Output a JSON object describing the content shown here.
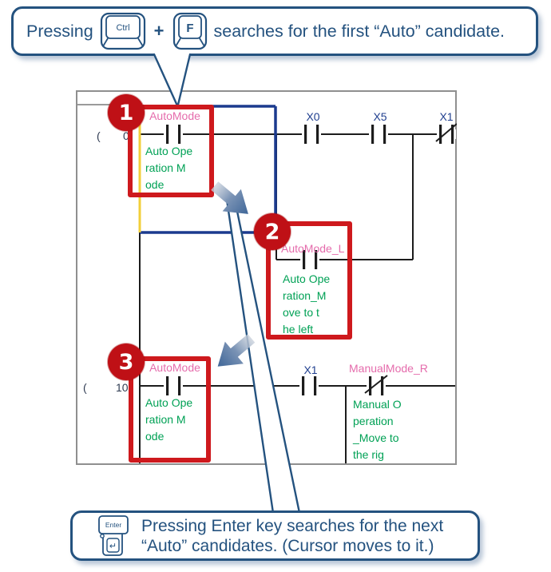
{
  "callout_top": {
    "before": "Pressing",
    "key_ctrl": "Ctrl",
    "plus": "+",
    "key_f": "F",
    "after": "searches for the first “Auto” candidate."
  },
  "callout_bottom": {
    "key_enter": "Enter",
    "enter_symbol": "↵",
    "line1": "Pressing Enter key searches for the next",
    "line2": "“Auto” candidates. (Cursor moves to it.)"
  },
  "markers": [
    "1",
    "2",
    "3"
  ],
  "ladder": {
    "rung0": {
      "step_paren": "(",
      "step_num": "0",
      "automode": {
        "label": "AutoMode",
        "desc": "Auto Ope\nration M\node"
      },
      "x0": "X0",
      "x5": "X5",
      "x1": "X1"
    },
    "branch": {
      "automode_l": {
        "label": "AutoMode_L",
        "desc": "Auto Ope\nration_M\nove to t\nhe left"
      }
    },
    "rung10": {
      "step_paren": "(",
      "step_num": "10",
      "automode": {
        "label": "AutoMode",
        "desc": "Auto Ope\nration M\node"
      },
      "x1": "X1",
      "manualmode_r": {
        "label": "ManualMode_R",
        "desc": "Manual O\nperation\n_Move to\nthe rig"
      }
    }
  },
  "colors": {
    "callout_blue": "#24527f",
    "marker_red": "#bf1016",
    "box_red": "#ce191d",
    "device_blue": "#203f8f",
    "comment_green": "#00a155",
    "label_pink": "#e56cac",
    "selection_navy": "#1b3a8e",
    "selection_yellow": "#f2cf3a",
    "arrow_steel": "#3f6698"
  }
}
